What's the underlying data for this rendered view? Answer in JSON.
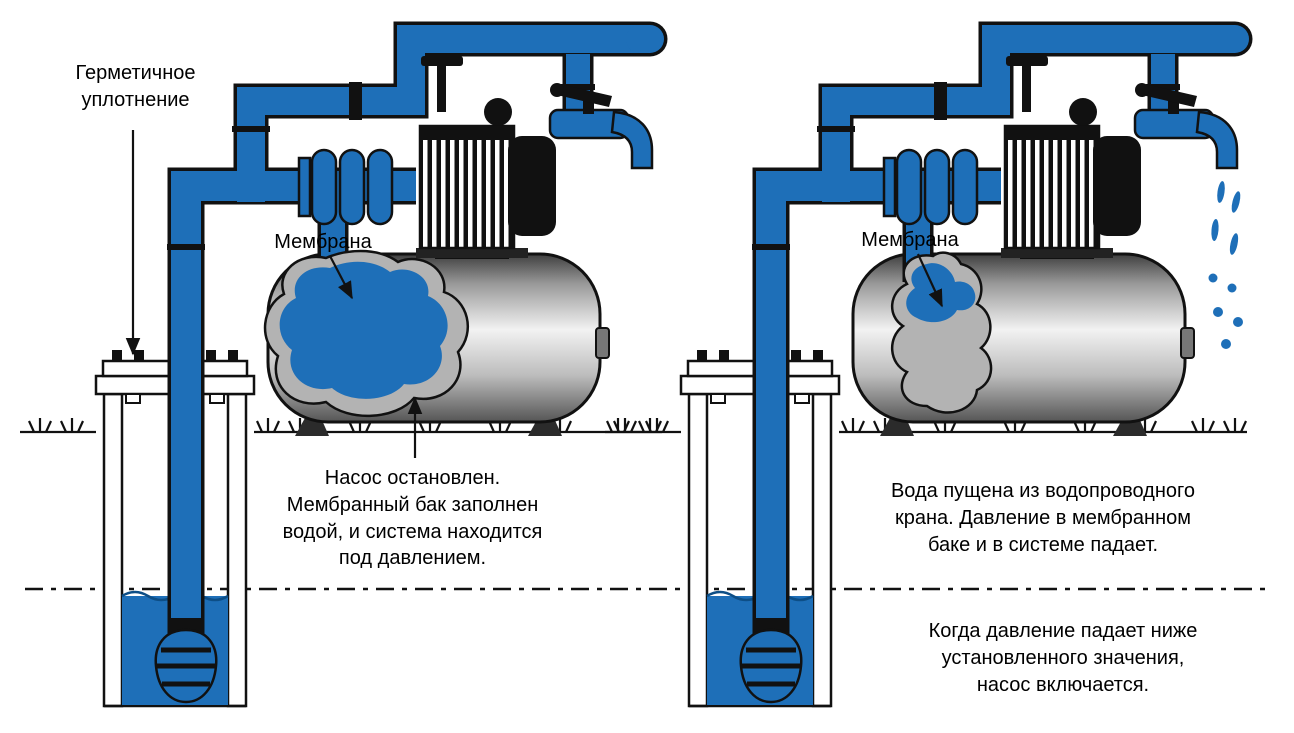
{
  "colors": {
    "pipe_blue": "#1e6fb8",
    "water_blue": "#1e6fb8",
    "membrane_gray": "#b3b3b3",
    "tank_light": "#f2f2f2",
    "tank_dark": "#4a4a4a",
    "outline_black": "#111111"
  },
  "panels": {
    "left": {
      "seal_label": {
        "lines": [
          "Герметичное",
          "уплотнение"
        ]
      },
      "membrane_label": "Мембрана",
      "caption": {
        "lines": [
          "Насос остановлен.",
          "Мембранный бак заполнен",
          "водой, и система находится",
          "под давлением."
        ]
      }
    },
    "right": {
      "membrane_label": "Мембрана",
      "caption": {
        "lines": [
          "Вода пущена из водопроводного",
          "крана. Давление в мембранном",
          "баке и в системе падает."
        ]
      },
      "note": {
        "lines": [
          "Когда давление падает ниже",
          "установленного значения,",
          "насос включается."
        ]
      }
    }
  }
}
